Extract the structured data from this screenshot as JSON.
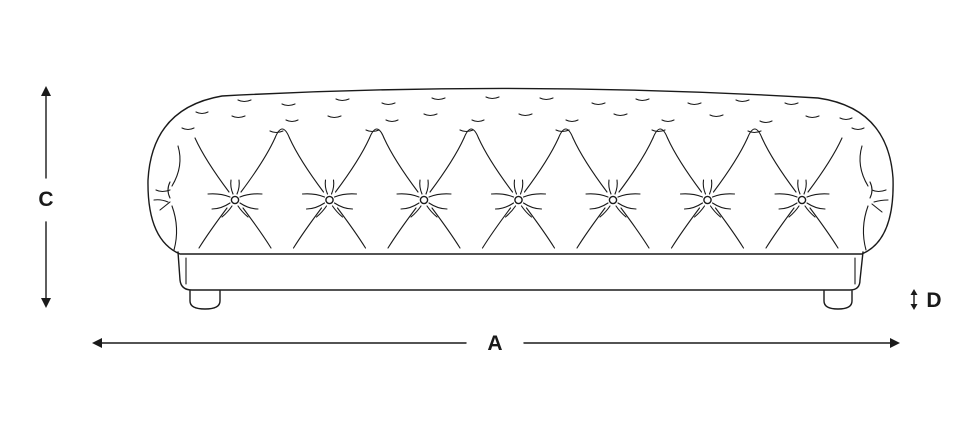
{
  "diagram": {
    "labels": {
      "width": "A",
      "height": "C",
      "leg": "D"
    },
    "tufting": {
      "button_rows": 1,
      "buttons_visible": 7
    },
    "colors": {
      "line": "#1a1a1a",
      "background": "#ffffff"
    }
  }
}
